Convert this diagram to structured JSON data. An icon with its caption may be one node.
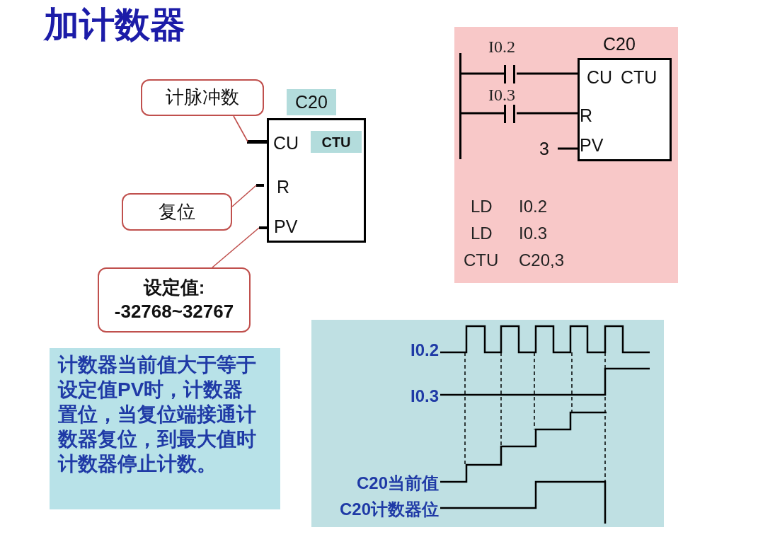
{
  "diagram": {
    "title": "加计数器",
    "nodes": [
      {
        "text": [
          "计脉冲数"
        ]
      },
      {
        "text": [
          "C20",
          "CU",
          "CTU",
          "R",
          "PV"
        ]
      },
      {
        "text": [],
        "shape": "bar"
      },
      {
        "text": [],
        "shape": "bar"
      },
      {
        "text": [],
        "shape": "bar"
      },
      {
        "text": [
          "复位"
        ]
      },
      {
        "text": [
          "设定值:",
          "-32768~32767"
        ]
      },
      {
        "text": [
          "计数器当前值大于等于设定值PV时，计数器置位，当复位端接通计数器复位，到最大值时计数器停止计数。"
        ]
      },
      {
        "text": [
          "LD",
          "I0.2",
          "LD",
          "I0.3",
          "CTU",
          "C20,3"
        ]
      },
      {
        "text": [],
        "shape": "bar",
        "in": 8
      },
      {
        "text": [
          "I0.2"
        ],
        "in": 8
      },
      {
        "text": [
          "I0.3"
        ],
        "in": 8
      },
      {
        "text": [
          "C20",
          "CU",
          "CTU",
          "R",
          "PV"
        ],
        "in": 8
      },
      {
        "text": [
          "3"
        ],
        "in": 8
      },
      {
        "text": [
          "I0.2",
          "I0.3",
          "C20当前值",
          "C20计数器位"
        ]
      }
    ],
    "edges": [
      {
        "from": 0,
        "to": 2,
        "arrow": "none",
        "color": "#c0504d"
      },
      {
        "from": 5,
        "to": 3,
        "arrow": "none",
        "color": "#c0504d"
      },
      {
        "from": 6,
        "to": 4,
        "arrow": "none",
        "color": "#c0504d"
      },
      {
        "from": 9,
        "to": 10,
        "arrow": "none"
      },
      {
        "from": 10,
        "to": 12,
        "arrow": "none"
      },
      {
        "from": 9,
        "to": 11,
        "arrow": "none"
      },
      {
        "from": 11,
        "to": 12,
        "arrow": "none"
      },
      {
        "from": 13,
        "to": 12,
        "arrow": "none"
      }
    ]
  }
}
